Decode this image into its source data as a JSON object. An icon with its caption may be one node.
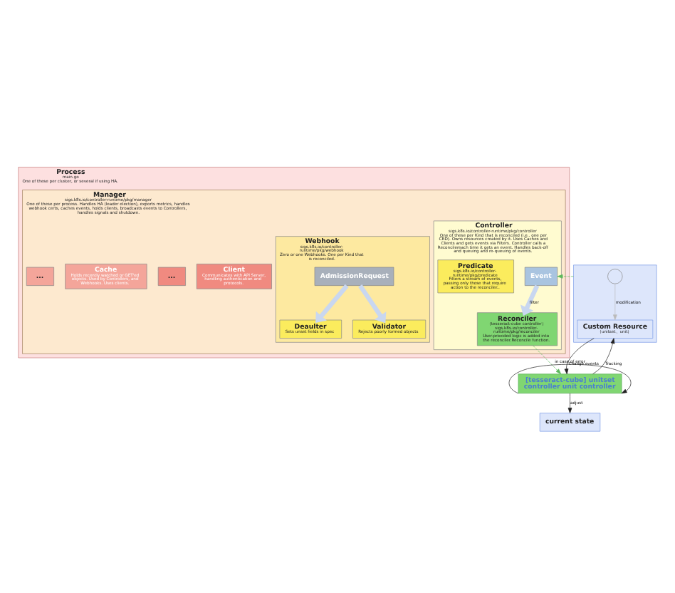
{
  "diagram": {
    "nodes": [
      {
        "text": [
          "Process",
          "main.go",
          "One of these per cluster, or several if using HA."
        ]
      },
      {
        "text": [
          "Manager",
          "sigs.k8s.io/controller-runtime/pkg/manager",
          "One of these per process. Handles HA (leader election), exports metrics, handles webhook certs, caches events, holds clients, broadcasts events to Controllers, handles signals and shutdown."
        ],
        "in": 0
      },
      {
        "text": [
          "Client",
          "Communicates with API Server, handling authentication and protocols."
        ],
        "in": 1
      },
      {
        "text": [
          "..."
        ],
        "in": 1
      },
      {
        "text": [
          "Cache",
          "Holds recently watched or GET'ed objects. Used by Controllers, and Webhooks. Uses clients."
        ],
        "in": 1
      },
      {
        "text": [
          "..."
        ],
        "in": 1
      },
      {
        "text": [
          "Controller",
          "sigs.k8s.io/controller-runtime/pkg/controller",
          "One of these per Kind that is reconciled (i.e.. one per CRD). Owns resources created by it. Uses Caches and Clients and gets events via Filters. Controller calls a Reconcilereach time it gets an event. Handles back-off and queuing and re-queuing of events."
        ],
        "in": 1
      },
      {
        "text": [
          "Event"
        ],
        "in": 6
      },
      {
        "text": [
          "Predicate",
          "sigs.k8s.io/controller-runtime/pkg/predicate",
          "Filters a stream of events, passing only those that require action to the reconciler.."
        ],
        "in": 6
      },
      {
        "text": [
          "Reconciler",
          "（tesseract-cube controller）",
          "sigs.k8s.io/controller-runtime/pkg/reconciler",
          "User-provided logic is added into the reconciler.Reconcile function."
        ],
        "in": 6
      },
      {
        "text": [
          "Webhook",
          "sigs.k8s.io/controller-runtime/pkg/webhook",
          "Zero or one Webhooks. One per Kind that is reconciled."
        ],
        "in": 1
      },
      {
        "text": [
          "AdmissionRequest"
        ],
        "in": 10
      },
      {
        "text": [
          "Deaulter",
          "Sets unset fields in spec"
        ],
        "in": 10
      },
      {
        "text": [
          "Validator",
          "Rejects poorly formed objects"
        ],
        "in": 10
      },
      {
        "text": [],
        "shape": "box"
      },
      {
        "text": [],
        "shape": "person",
        "in": 14
      },
      {
        "text": [
          "Custom Resource",
          "（unitset、unit）"
        ],
        "in": 14
      },
      {
        "text": [
          "[tesseract-cube] unitset controller unit controller"
        ]
      },
      {
        "text": [
          "current state"
        ]
      }
    ],
    "edges": [
      {
        "from": 14,
        "to": 7,
        "arrow": "to",
        "style": "dashed",
        "color": "#5cb85c"
      },
      {
        "from": 7,
        "to": 9,
        "arrow": "to",
        "label": "filter",
        "style": "thick",
        "color": "#c9d7f0"
      },
      {
        "from": 11,
        "to": 12,
        "arrow": "to",
        "style": "thick",
        "color": "#c9d7f0"
      },
      {
        "from": 11,
        "to": 13,
        "arrow": "to",
        "style": "thick",
        "color": "#c9d7f0"
      },
      {
        "from": 9,
        "to": 17,
        "arrow": "to",
        "style": "dashed",
        "color": "#5cb85c"
      },
      {
        "from": 15,
        "to": 16,
        "arrow": "to",
        "label": "modification",
        "color": "#bbbbbb"
      },
      {
        "from": 17,
        "to": 16,
        "arrow": "to",
        "label": "Tracking"
      },
      {
        "from": 16,
        "to": 17,
        "arrow": "to",
        "label": "Change events"
      },
      {
        "from": 17,
        "to": 18,
        "arrow": "to",
        "label": "adjust"
      },
      {
        "from": 17,
        "to": 17,
        "arrow": "to",
        "label": "in case of error"
      }
    ]
  }
}
